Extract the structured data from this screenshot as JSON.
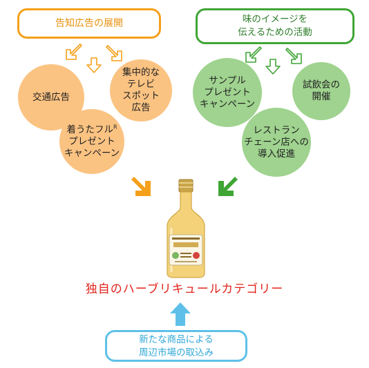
{
  "top_left_box": {
    "label": "告知広告の展開"
  },
  "top_right_box": {
    "label": "味のイメージを\n伝えるための活動"
  },
  "promo_circles": {
    "transit": "交通広告",
    "tvspot": "集中的な\nテレビ\nスポット\n広告",
    "chaku_line1": "着うたフル",
    "chaku_mark": "R",
    "chaku_rest": "プレゼント\nキャンペーン"
  },
  "taste_circles": {
    "sample": "サンプル\nプレゼント\nキャンペーン",
    "tasting": "試飲会の\n開催",
    "restaurant": "レストラン\nチェーン店への\n導入促進"
  },
  "center_label": "独自のハーブリキュールカテゴリー",
  "bottom_box": {
    "label": "新たな商品による\n周辺市場の取込み"
  },
  "colors": {
    "orange": "#f5a01a",
    "orange_fill": "#fbc382",
    "green": "#3fa535",
    "green_fill": "#9fd38f",
    "blue": "#5ec0e8",
    "red": "#e2231a"
  },
  "icons": {
    "outline_arrows": "outline-arrow-icon",
    "solid_arrows": "solid-arrow-icon",
    "product": "liqueur-bottle"
  }
}
